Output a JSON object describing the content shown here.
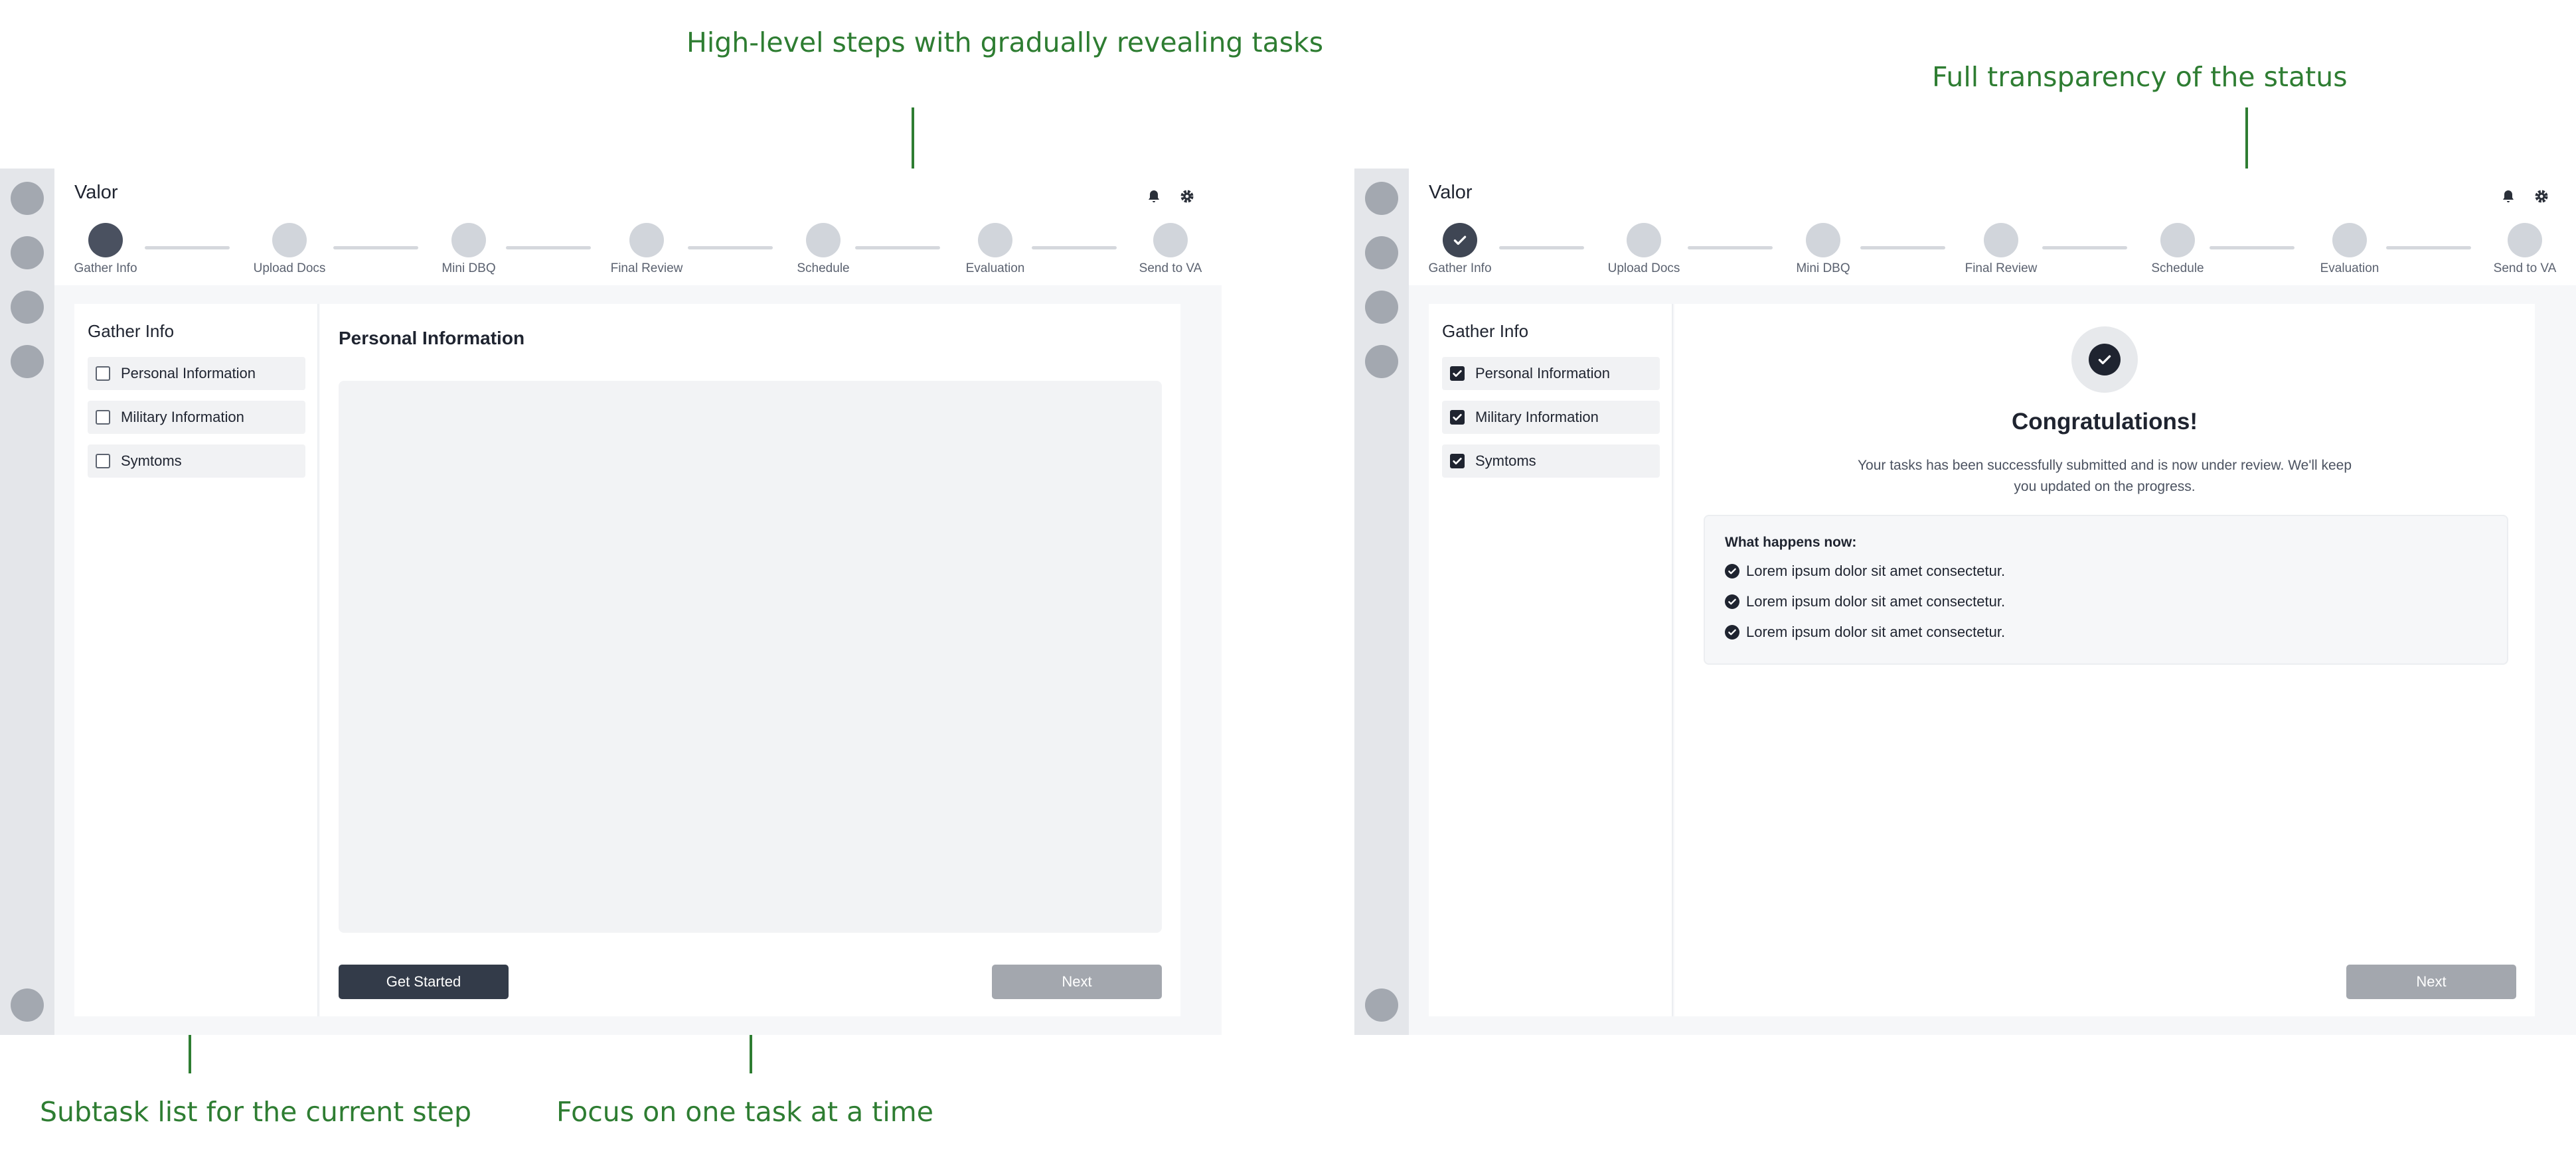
{
  "annotations": {
    "top_left": "High-level steps with gradually revealing tasks",
    "top_right": "Full transparency of the status",
    "bottom_left": "Subtask list for the current step",
    "bottom_center": "Focus on one task at a time"
  },
  "colors": {
    "annotation": "#2e7d32",
    "primary_button": "#333b49",
    "disabled_button": "#a3a7ae",
    "step_active": "#4a5160",
    "step_inactive": "#d1d5db"
  },
  "screens": [
    {
      "app_title": "Valor",
      "steps": [
        "Gather Info",
        "Upload Docs",
        "Mini DBQ",
        "Final Review",
        "Schedule",
        "Evaluation",
        "Send to VA"
      ],
      "current_step": "Gather Info",
      "sidebar": {
        "title": "Gather Info",
        "items": [
          {
            "label": "Personal Information",
            "checked": false
          },
          {
            "label": "Military Information",
            "checked": false
          },
          {
            "label": "Symtoms",
            "checked": false
          }
        ]
      },
      "main": {
        "title": "Personal Information",
        "primary_button": "Get Started",
        "next_button": "Next"
      }
    },
    {
      "app_title": "Valor",
      "steps": [
        "Gather Info",
        "Upload Docs",
        "Mini DBQ",
        "Final Review",
        "Schedule",
        "Evaluation",
        "Send to VA"
      ],
      "completed_step": "Gather Info",
      "sidebar": {
        "title": "Gather Info",
        "items": [
          {
            "label": "Personal Information",
            "checked": true
          },
          {
            "label": "Military Information",
            "checked": true
          },
          {
            "label": "Symtoms",
            "checked": true
          }
        ]
      },
      "main": {
        "heading": "Congratulations!",
        "message": "Your tasks has been successfully submitted and is now under review. We'll keep you updated on the progress.",
        "what_happens_title": "What happens now:",
        "what_happens_items": [
          "Lorem ipsum dolor sit amet consectetur.",
          "Lorem ipsum dolor sit amet consectetur.",
          "Lorem ipsum dolor sit amet consectetur."
        ],
        "next_button": "Next"
      }
    }
  ]
}
